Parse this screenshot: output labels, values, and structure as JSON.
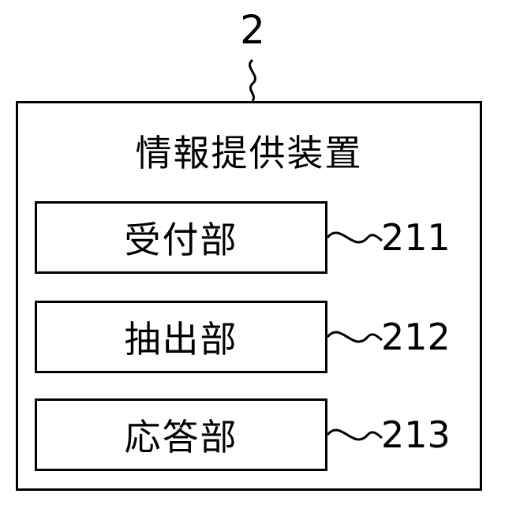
{
  "diagram": {
    "reference_number": "2",
    "device_title": "情報提供装置",
    "units": [
      {
        "label": "受付部",
        "reference": "211"
      },
      {
        "label": "抽出部",
        "reference": "212"
      },
      {
        "label": "応答部",
        "reference": "213"
      }
    ]
  }
}
